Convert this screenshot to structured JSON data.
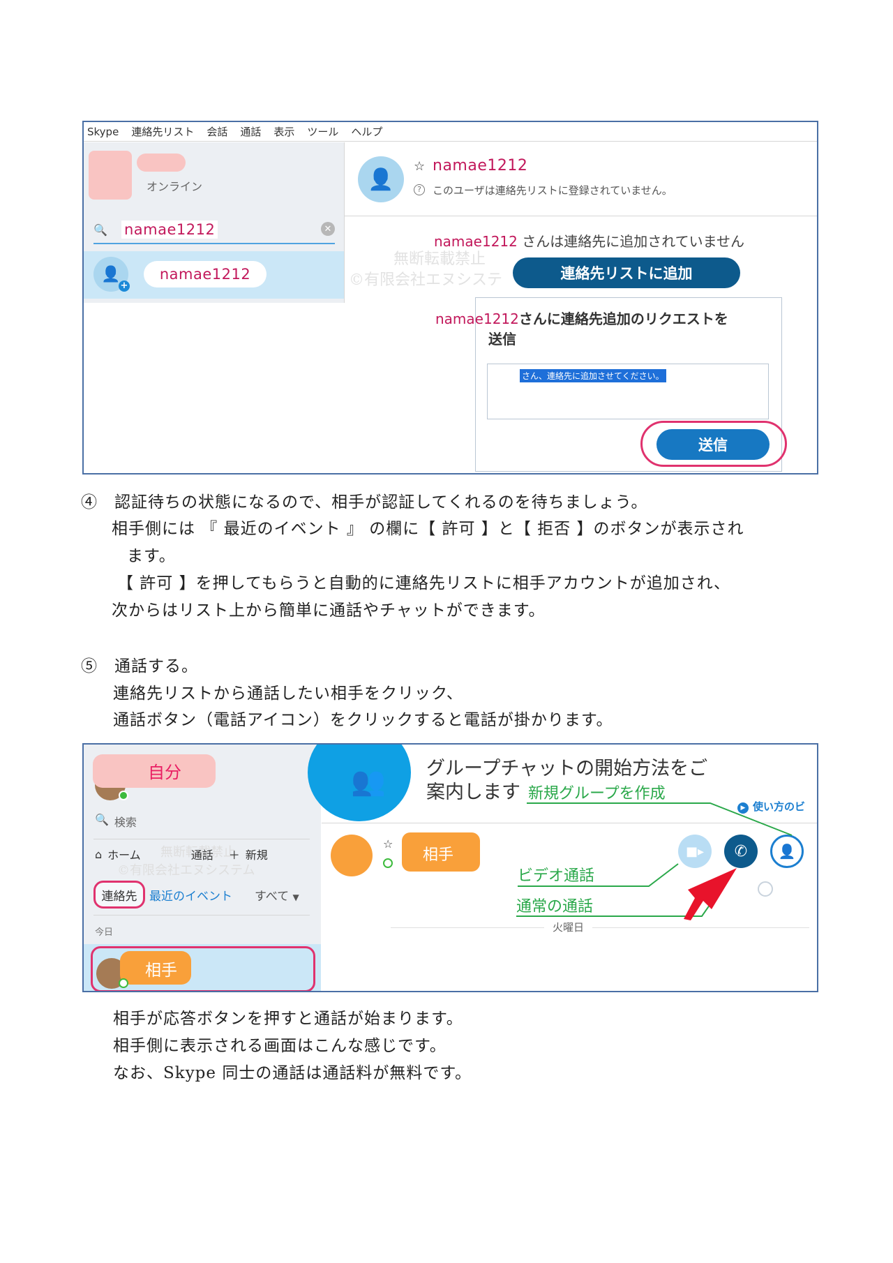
{
  "screenshot1": {
    "menu": [
      "Skype",
      "連絡先リスト",
      "会話",
      "通話",
      "表示",
      "ツール",
      "ヘルプ"
    ],
    "status": "オンライン",
    "search_text": "namae1212",
    "result_name": "namae1212",
    "contact_name": "namae1212",
    "not_registered": "このユーザは連絡先リストに登録されていません。",
    "not_added_name": "namae1212",
    "not_added_rest": " さんは連絡先に追加されていません",
    "add_button": "連絡先リストに追加",
    "watermark_1": "無断転載禁止",
    "watermark_2": "©有限会社エヌシステ",
    "dialog_name": "namae1212",
    "dialog_rest": "さんに連絡先追加のリクエストを",
    "dialog_line2": "送信",
    "message": "さん、連絡先に追加させてください。",
    "send_button": "送信"
  },
  "step4": {
    "heading": "④　認証待ちの状態になるので、相手が認証してくれるのを待ちましょう。",
    "lines": [
      "相手側には 『 最近のイベント 』 の欄に【 許可 】と【 拒否 】のボタンが表示され",
      "ます。",
      "【 許可 】を押してもらうと自動的に連絡先リストに相手アカウントが追加され、",
      "次からはリスト上から簡単に通話やチャットができます。"
    ]
  },
  "step5": {
    "heading": "⑤　通話する。",
    "lines": [
      "連絡先リストから通話したい相手をクリック、",
      "通話ボタン（電話アイコン）をクリックすると電話が掛かります。"
    ]
  },
  "screenshot2": {
    "self_name": "自分",
    "search": "検索",
    "nav_home": "ホーム",
    "nav_call": "通話",
    "nav_new": "新規",
    "watermark_1": "無断転載禁止",
    "watermark_2": "©有限会社エヌシステム",
    "tab_contacts": "連絡先",
    "tab_recent": "最近のイベント",
    "tab_all": "すべて",
    "today": "今日",
    "partner_name": "相手",
    "group_title_1": "グループチャットの開始方法をご",
    "group_title_2": "案内します",
    "new_group": "新規グループを作成",
    "usage_link": "使い方のビ",
    "contact_name": "相手",
    "label_video": "ビデオ通話",
    "label_normal": "通常の通話",
    "day": "火曜日"
  },
  "closing": {
    "lines": [
      "相手が応答ボタンを押すと通話が始まります。",
      "相手側に表示される画面はこんな感じです。",
      "なお、Skype 同士の通話は通話料が無料です。"
    ]
  },
  "colors": {
    "annotation_ring": "#e0326e",
    "annotation_text": "#2aa84a",
    "skype_blue": "#0d5a8c"
  }
}
